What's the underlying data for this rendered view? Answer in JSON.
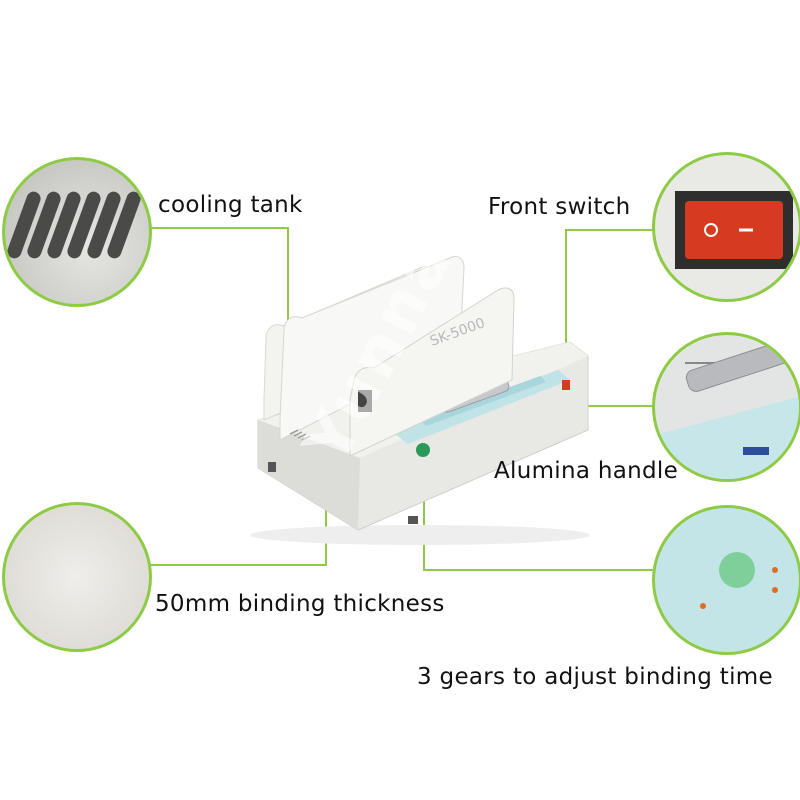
{
  "callouts": {
    "cooling_tank": "cooling tank",
    "front_switch": "Front switch",
    "alumina_handle": "Alumina handle",
    "binding_thickness": "50mm binding thickness",
    "gears": "3 gears to adjust binding time"
  },
  "machine": {
    "model": "SK-5000"
  },
  "watermark": "Yunnan Li",
  "colors": {
    "callout_line": "#8ecb45",
    "switch": "#d63a20",
    "panel": "#bfe3e6"
  }
}
